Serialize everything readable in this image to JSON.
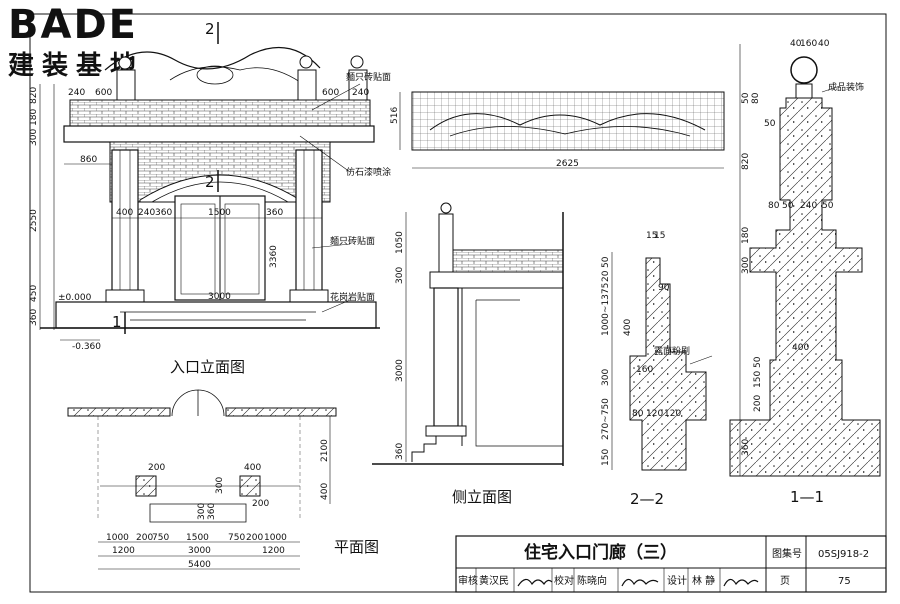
{
  "logo": {
    "brand": "BADE",
    "subtitle": "建装基地"
  },
  "views": {
    "entry_elevation": {
      "caption": "入口立面图",
      "section_mark_top": "2",
      "section_mark_mid": "2",
      "section_mark_left": "1",
      "notes": {
        "brick_top": "麵只砖贴面",
        "stone_paint": "仿石漆喷涂",
        "brick_right": "麵只砖贴面",
        "granite": "花岗岩贴面"
      },
      "dims": {
        "d240a": "240",
        "d600a": "600",
        "d600b": "600",
        "d240b": "240",
        "d820": "820",
        "d180": "180",
        "d300": "300",
        "d860": "860",
        "d2550": "2550",
        "d450": "450",
        "d360": "360",
        "d400": "400",
        "d240c": "240",
        "d360b": "360",
        "d1500": "1500",
        "d360c": "360",
        "d3360": "3360",
        "d3000": "3000",
        "elev0": "±0.000",
        "elev_neg": "-0.360"
      }
    },
    "panel_detail": {
      "dims": {
        "d516": "516",
        "d2625": "2625"
      }
    },
    "side_elevation": {
      "caption": "侧立面图",
      "dims": {
        "d1050": "1050",
        "d300": "300",
        "d3000": "3000",
        "d360": "360"
      }
    },
    "plan": {
      "caption": "平面图",
      "dims": {
        "d2100": "2100",
        "d400": "400",
        "d200a": "200",
        "d400a": "400",
        "d300": "300",
        "d200b": "200",
        "d300b": "300",
        "d360": "360",
        "row1": [
          "1000",
          "200",
          "750",
          "1500",
          "750",
          "200",
          "1000"
        ],
        "row2": [
          "1200",
          "3000",
          "1200"
        ],
        "row3": "5400"
      }
    },
    "section_2_2": {
      "caption": "2—2",
      "note": "露面粉刷",
      "dims": {
        "d15a": "15",
        "d15b": "15",
        "d50a": "50",
        "d20": "20",
        "d90": "90",
        "d1000": "1000~1375",
        "d400": "400",
        "d160": "160",
        "d300": "300",
        "d270": "270~750",
        "d150": "150",
        "d80": "80",
        "d120a": "120",
        "d120b": "120"
      }
    },
    "section_1_1": {
      "caption": "1—1",
      "note": "成品装饰",
      "dims": {
        "d40a": "40",
        "d160": "160",
        "d40b": "40",
        "d50a": "50",
        "d80": "80",
        "d50b": "50",
        "d820": "820",
        "d8050": "80",
        "d50c": "50",
        "d240": "240",
        "d50d": "50",
        "d180": "180",
        "d300": "300",
        "d400": "400",
        "d50e": "50",
        "d150": "150",
        "d200": "200",
        "d360": "360"
      }
    }
  },
  "title_block": {
    "title": "住宅入口门廊（三）",
    "atlas_label": "图集号",
    "atlas_no": "05SJ918-2",
    "review_label": "审核",
    "reviewer": "黄汉民",
    "check_label": "校对",
    "checker": "陈晓向",
    "design_label": "设计",
    "designer": "林 静",
    "page_label": "页",
    "page_no": "75"
  }
}
